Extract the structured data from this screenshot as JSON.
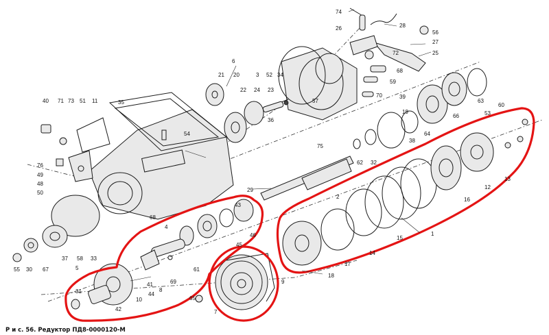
{
  "caption": "Р и с. 56. Редуктор ПД8-0000120-М",
  "highlight_color": "#e41414",
  "callouts": [
    {
      "id": "n74",
      "text": "74"
    },
    {
      "id": "n26",
      "text": "26"
    },
    {
      "id": "n28",
      "text": "28"
    },
    {
      "id": "n56",
      "text": "56"
    },
    {
      "id": "n27",
      "text": "27"
    },
    {
      "id": "n72",
      "text": "72"
    },
    {
      "id": "n25",
      "text": "25"
    },
    {
      "id": "n6",
      "text": "6"
    },
    {
      "id": "n68",
      "text": "68"
    },
    {
      "id": "n59",
      "text": "59"
    },
    {
      "id": "n21",
      "text": "21"
    },
    {
      "id": "n20",
      "text": "20"
    },
    {
      "id": "n3",
      "text": "3"
    },
    {
      "id": "n52",
      "text": "52"
    },
    {
      "id": "n34",
      "text": "34"
    },
    {
      "id": "n22",
      "text": "22"
    },
    {
      "id": "n24",
      "text": "24"
    },
    {
      "id": "n23",
      "text": "23"
    },
    {
      "id": "n57",
      "text": "57"
    },
    {
      "id": "n70",
      "text": "70"
    },
    {
      "id": "n39",
      "text": "39"
    },
    {
      "id": "n66",
      "text": "66"
    },
    {
      "id": "n63",
      "text": "63"
    },
    {
      "id": "n36",
      "text": "36"
    },
    {
      "id": "n19",
      "text": "19"
    },
    {
      "id": "n64",
      "text": "64"
    },
    {
      "id": "n40",
      "text": "40"
    },
    {
      "id": "n71",
      "text": "71"
    },
    {
      "id": "n73",
      "text": "73"
    },
    {
      "id": "n51",
      "text": "51"
    },
    {
      "id": "n11",
      "text": "11"
    },
    {
      "id": "n35",
      "text": "35"
    },
    {
      "id": "n54",
      "text": "54"
    },
    {
      "id": "n38",
      "text": "38"
    },
    {
      "id": "n53",
      "text": "53"
    },
    {
      "id": "n60",
      "text": "60"
    },
    {
      "id": "n75",
      "text": "75"
    },
    {
      "id": "n62",
      "text": "62"
    },
    {
      "id": "n32",
      "text": "32"
    },
    {
      "id": "n76",
      "text": "76"
    },
    {
      "id": "n49",
      "text": "49"
    },
    {
      "id": "n48",
      "text": "48"
    },
    {
      "id": "n50",
      "text": "50"
    },
    {
      "id": "n29",
      "text": "29"
    },
    {
      "id": "n2",
      "text": "2"
    },
    {
      "id": "n12",
      "text": "12"
    },
    {
      "id": "n13",
      "text": "13"
    },
    {
      "id": "n16",
      "text": "16"
    },
    {
      "id": "n43",
      "text": "43"
    },
    {
      "id": "n68b",
      "text": "68"
    },
    {
      "id": "n4",
      "text": "4"
    },
    {
      "id": "n46",
      "text": "46"
    },
    {
      "id": "n45",
      "text": "45"
    },
    {
      "id": "n1",
      "text": "1"
    },
    {
      "id": "n15",
      "text": "15"
    },
    {
      "id": "n14",
      "text": "14"
    },
    {
      "id": "n17",
      "text": "17"
    },
    {
      "id": "n18",
      "text": "18"
    },
    {
      "id": "n55",
      "text": "55"
    },
    {
      "id": "n30",
      "text": "30"
    },
    {
      "id": "n67",
      "text": "67"
    },
    {
      "id": "n37",
      "text": "37"
    },
    {
      "id": "n58",
      "text": "58"
    },
    {
      "id": "n33",
      "text": "33"
    },
    {
      "id": "n5",
      "text": "5"
    },
    {
      "id": "n61",
      "text": "61"
    },
    {
      "id": "n41",
      "text": "41"
    },
    {
      "id": "n69",
      "text": "69"
    },
    {
      "id": "n44",
      "text": "44"
    },
    {
      "id": "n8",
      "text": "8"
    },
    {
      "id": "n9",
      "text": "9"
    },
    {
      "id": "n31",
      "text": "31"
    },
    {
      "id": "n10",
      "text": "10"
    },
    {
      "id": "n42",
      "text": "42"
    },
    {
      "id": "n65",
      "text": "65"
    },
    {
      "id": "n7",
      "text": "7"
    }
  ]
}
